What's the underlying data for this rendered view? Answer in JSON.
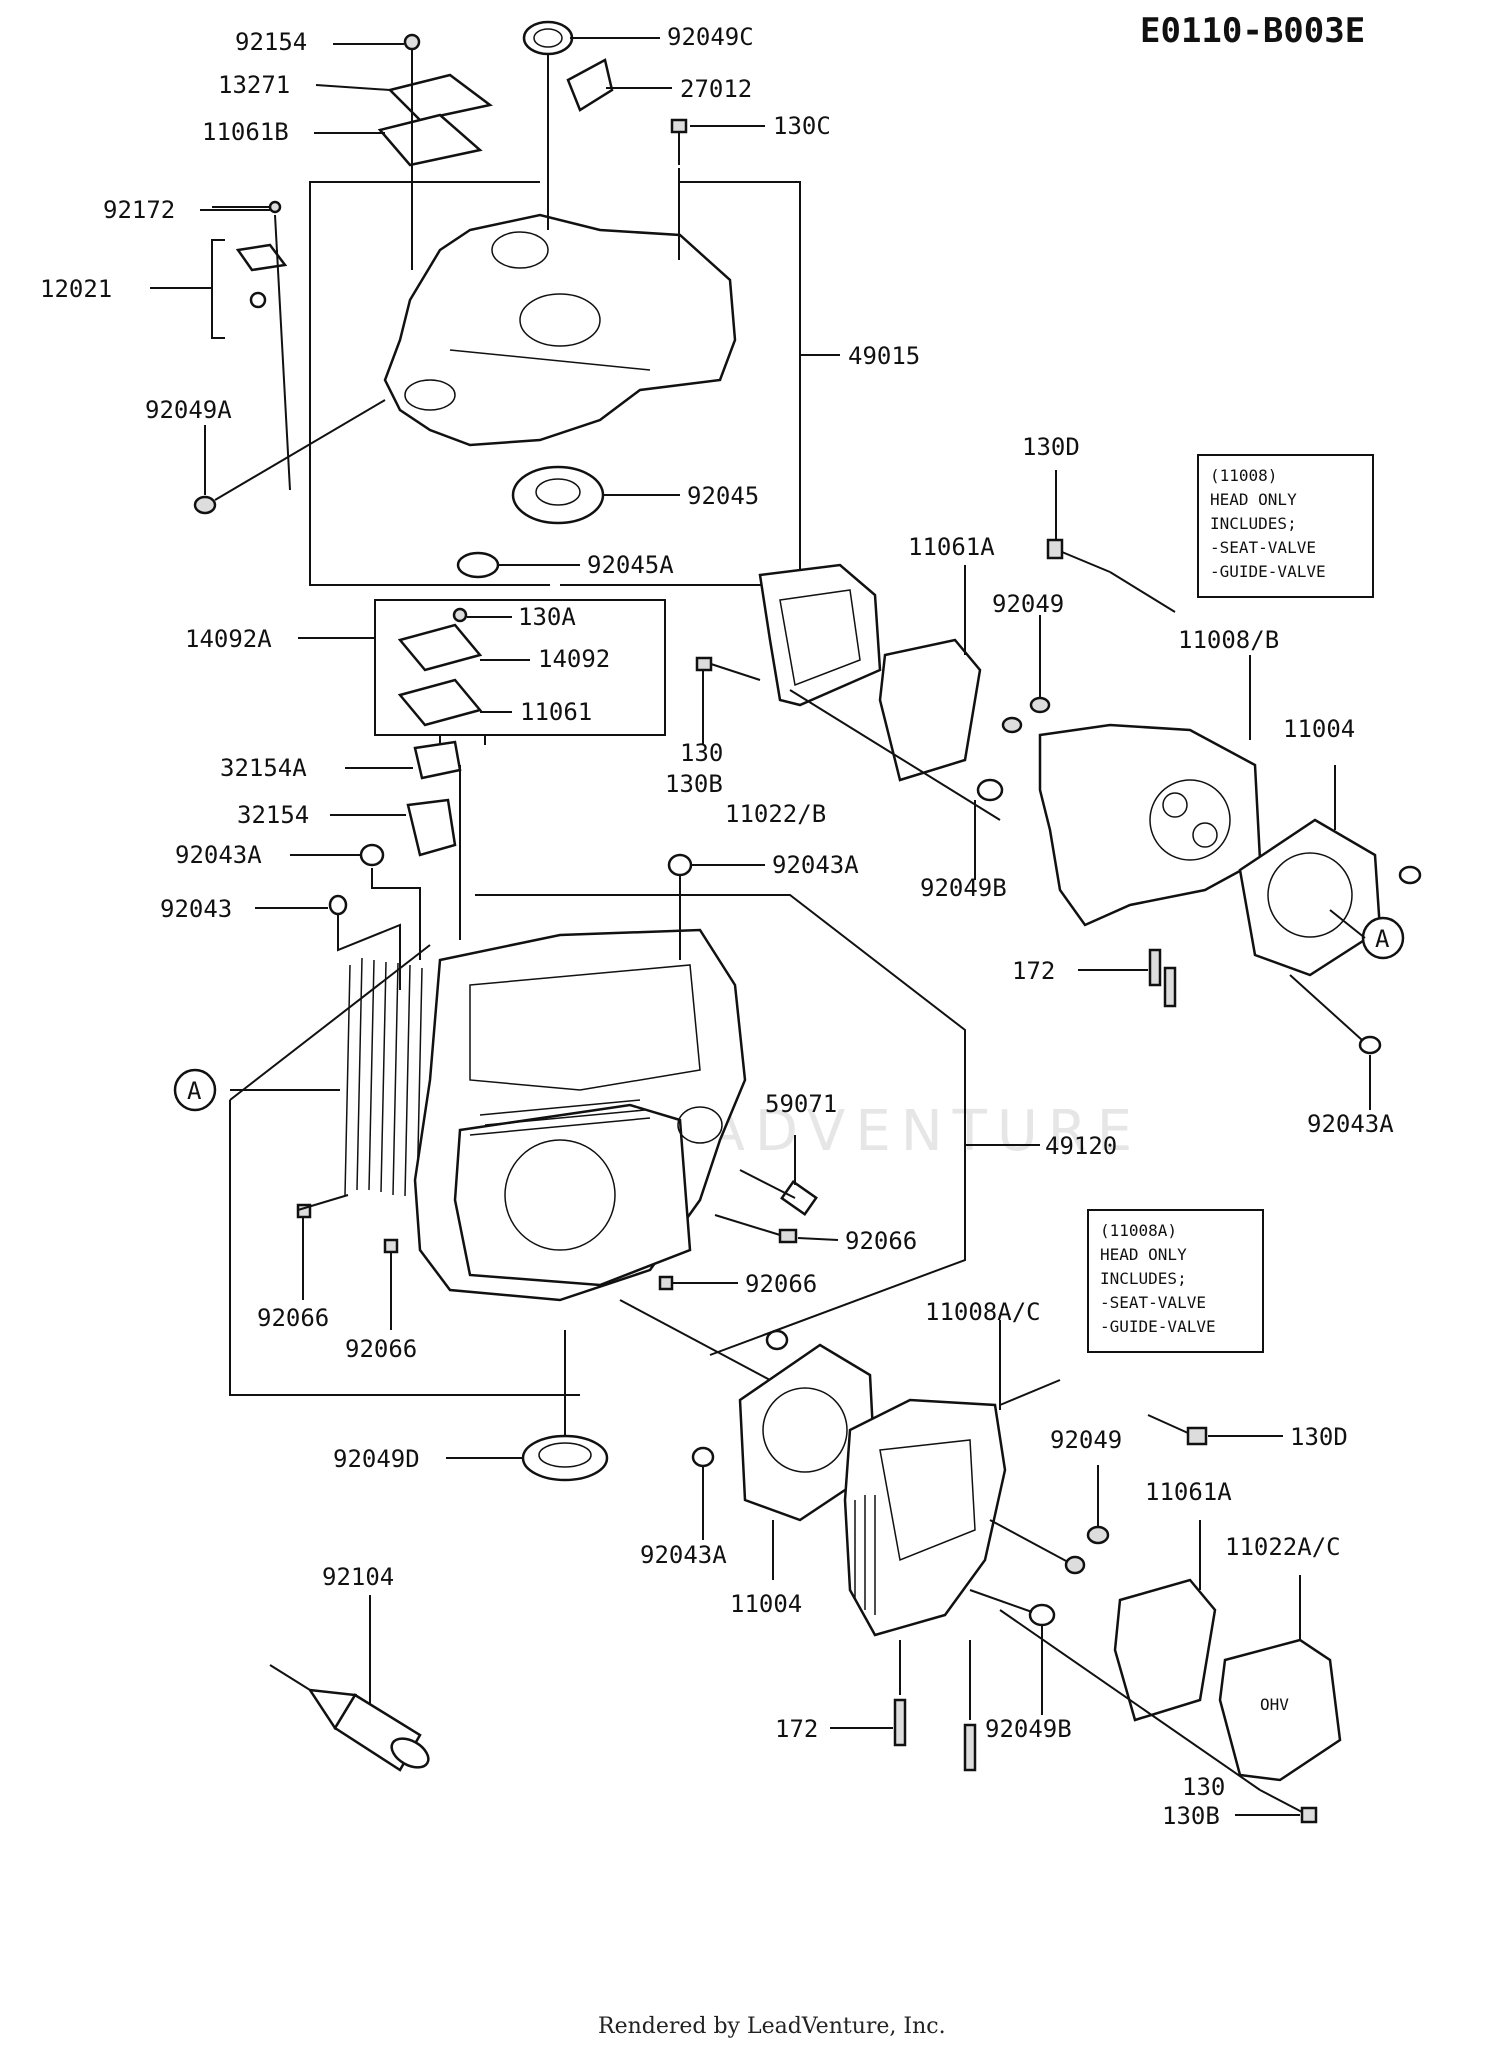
{
  "diagram_code": "E0110-B003E",
  "callout_symbol": "A",
  "watermark": "LEADVENTURE",
  "notes": {
    "head": [
      "(11008)",
      "HEAD ONLY",
      "INCLUDES;",
      "-SEAT-VALVE",
      "-GUIDE-VALVE"
    ],
    "head_a": [
      "(11008A)",
      "HEAD ONLY",
      "INCLUDES;",
      "-SEAT-VALVE",
      "-GUIDE-VALVE"
    ]
  },
  "labels": {
    "p92154": "92154",
    "p13271": "13271",
    "p11061B": "11061B",
    "p92172": "92172",
    "p12021": "12021",
    "p92049A": "92049A",
    "p92049C": "92049C",
    "p27012": "27012",
    "p130C": "130C",
    "p49015": "49015",
    "p92045": "92045",
    "p92045A": "92045A",
    "p130D_top": "130D",
    "p11061A_top": "11061A",
    "p92049_top": "92049",
    "p11008B": "11008/B",
    "p11004_top": "11004",
    "p14092A": "14092A",
    "p130A": "130A",
    "p14092": "14092",
    "p11061": "11061",
    "p130_top": "130",
    "p130B_top": "130B",
    "p11022B": "11022/B",
    "p92049B_top": "92049B",
    "p32154A": "32154A",
    "p32154": "32154",
    "p92043A_left": "92043A",
    "p92043": "92043",
    "p92043A_mid": "92043A",
    "p172_top": "172",
    "p92043A_right": "92043A",
    "p59071": "59071",
    "p49120": "49120",
    "p92066_a": "92066",
    "p92066_b": "92066",
    "p92066_c": "92066",
    "p92066_d": "92066",
    "p11008AC": "11008A/C",
    "p130D_bot": "130D",
    "p92049_bot": "92049",
    "p11061A_bot": "11061A",
    "p11022AC": "11022A/C",
    "p92049D": "92049D",
    "p92043A_bot": "92043A",
    "p11004_bot": "11004",
    "p92104": "92104",
    "p172_bot": "172",
    "p92049B_bot": "92049B",
    "p130_bot": "130",
    "p130B_bot": "130B"
  },
  "footer": "Rendered by LeadVenture, Inc."
}
